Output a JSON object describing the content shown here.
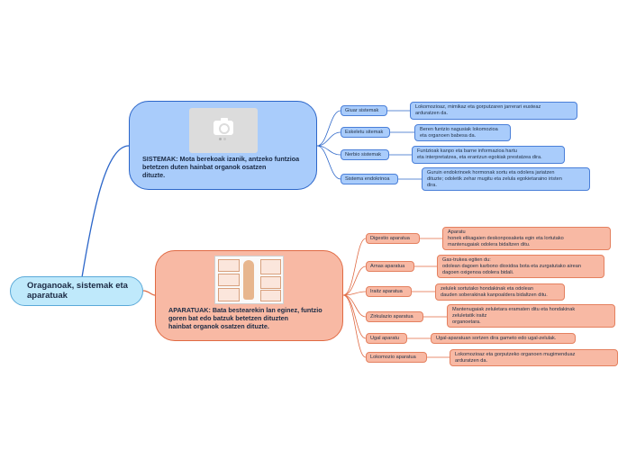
{
  "root": {
    "label": "Oraganoak, sistemak eta aparatuak"
  },
  "sistemak": {
    "text": "SISTEMAK: Mota berekoak izanik, antzeko funtzioa betetzen duten hainbat organok osatzen\ndituzte.",
    "image_icon": "camera-icon",
    "children": [
      {
        "label": "Giuar sistemak",
        "desc": "Lokomozioaz, mimikaz eta gorputzaren jarrerari eusteaz\narduratzen da."
      },
      {
        "label": "Eskeletu sitemak",
        "desc": "Beren funtzio nagusiak lokomozioa\neta organoen babesa da."
      },
      {
        "label": "Nerbio sistemak",
        "desc": "Funtzioak kanpo eta barne informazioa hartu\neta interpretatzea, eta erantzun egokiak prestatzea dira."
      },
      {
        "label": "Sistema endokrinoa",
        "desc": "Guruin endokrinoek hormonak sortu eta odolera jariatzen\ndituzte; odoletik zehar mugitu eta zelula egokietaraino iristen\ndira."
      }
    ]
  },
  "aparatuak": {
    "text": "APARATUAK: Bata bestearekin lan eginez, funtzio goren bat edo batzuk betetzen dituzten\n hainbat organok osatzen dituzte.",
    "image_icon": "anatomy-image",
    "children": [
      {
        "label": "Digestio aparatua",
        "desc": "Aparatu\n honek elikagaien deskonposaketa egin eta lortutako\n mantenugaiak odolera bidaltzen ditu."
      },
      {
        "label": "Arnas aparatua",
        "desc": "Gas-trukea egiten du:\n odolean dagoen karbono dioxidoa bota eta zurgatutako airean\n dagoen oxigenoa odolera bidali."
      },
      {
        "label": "Iraitz aparatua",
        "desc": "zelulek sortutako hondakinak eta odolean\ndauden soberakinak kanpoaldera bidaltzen ditu."
      },
      {
        "label": "Zirkulazio aparatua",
        "desc": "Mantenugaiak zeluletara eramaten ditu eta hondakinak\nzeluletatik iraitz\n  organoetara."
      },
      {
        "label": "Ugal aparatu",
        "desc": "Ugal-aparatuan sortzen dira gameto edo ugal-zelulak."
      },
      {
        "label": "Lokomozio aparatua",
        "desc": "Lokomozioaz eta gorputzeko organoen mugimenduaz\narduratzen da."
      }
    ]
  },
  "colors": {
    "root_fill": "#bfe9fb",
    "blue_fill": "#a9ccfb",
    "blue_line": "#2c66c9",
    "red_fill": "#f8b9a4",
    "red_line": "#e06a43"
  }
}
